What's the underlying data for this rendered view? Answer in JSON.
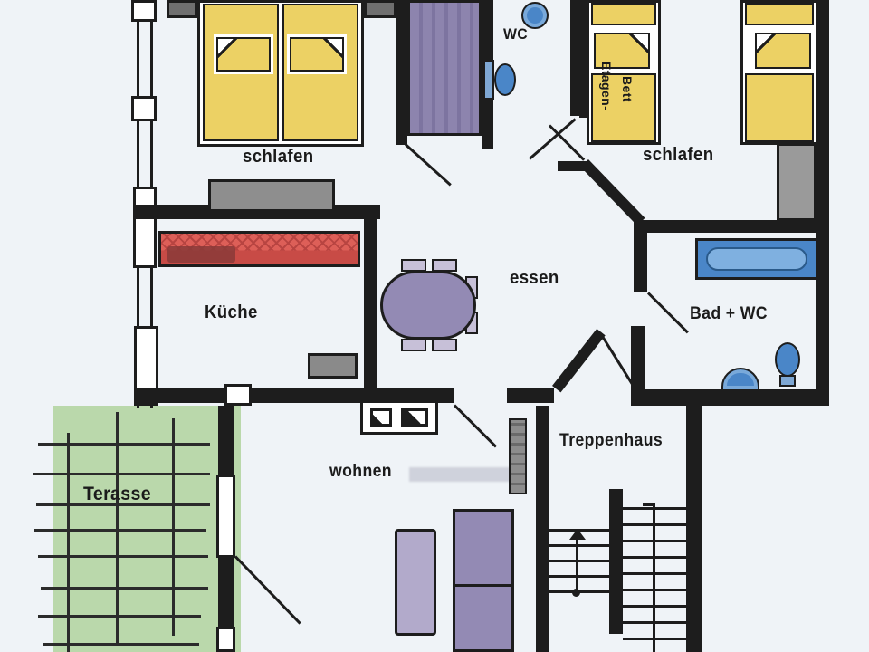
{
  "plan": {
    "title": "apartment floor plan",
    "rooms": {
      "bedroom1": {
        "label": "schlafen"
      },
      "wc": {
        "label": "WC"
      },
      "bedroom2": {
        "label": "schlafen"
      },
      "kitchen": {
        "label": "Küche"
      },
      "dining": {
        "label": "essen"
      },
      "bath": {
        "label": "Bad + WC"
      },
      "living": {
        "label": "wohnen"
      },
      "terrace": {
        "label": "Terasse"
      },
      "stairwell": {
        "label": "Treppenhaus"
      }
    },
    "furniture": {
      "bunk_bed": {
        "label_line1": "Etagen-",
        "label_line2": "Bett"
      }
    },
    "colors": {
      "background": "#eff3f7",
      "wall_black": "#1d1d1d",
      "bed_yellow": "#ecd164",
      "furniture_purple": "#938ab4",
      "furniture_light_purple": "#b2aacb",
      "fixture_blue": "#4a86c8",
      "fixture_blue_light": "#7fb0e0",
      "counter_red": "#dd5f58",
      "counter_red_dark": "#c84b46",
      "terrace_green": "#bad8ab",
      "furniture_gray": "#8e8e8e"
    }
  }
}
